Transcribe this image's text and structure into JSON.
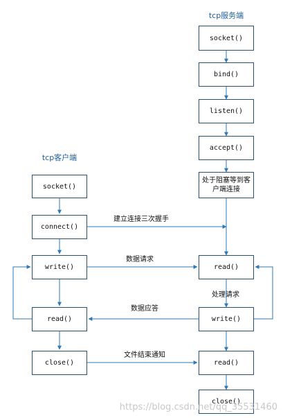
{
  "server_title": "tcp服务端",
  "client_title": "tcp客户端",
  "server": {
    "socket": "socket()",
    "bind": "bind()",
    "listen": "listen()",
    "accept": "accept()",
    "block": "处于阻塞等到客户端连接",
    "read1": "read()",
    "write": "write()",
    "read2": "read()",
    "close": "close()"
  },
  "client": {
    "socket": "socket()",
    "connect": "connect()",
    "write": "write()",
    "read": "read()",
    "close": "close()"
  },
  "labels": {
    "handshake": "建立连接三次握手",
    "request": "数据请求",
    "handle": "处理请求",
    "response": "数据应答",
    "eof": "文件结束通知"
  },
  "watermark": "https://blog.csdn.net/qq_35531460",
  "colors": {
    "arrow": "#2e7ab8",
    "box_border": "#2b4f74",
    "title": "#1f5f9f"
  }
}
